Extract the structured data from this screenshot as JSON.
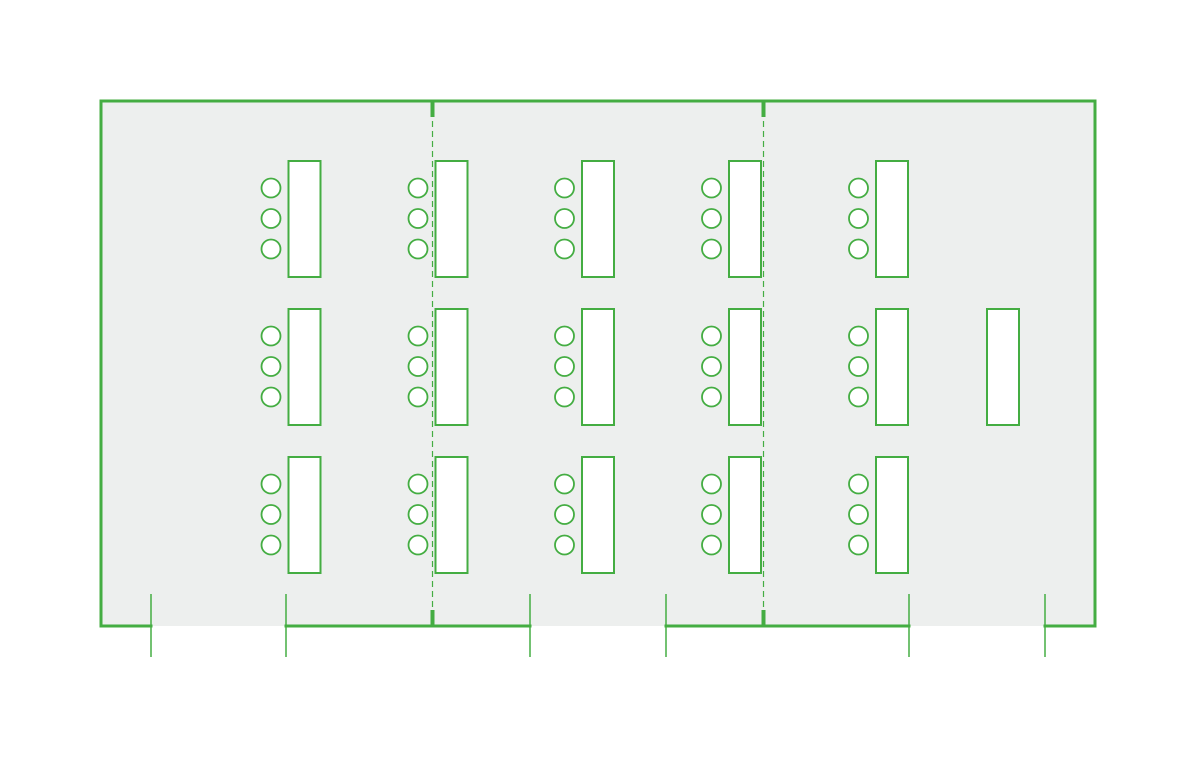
{
  "colors": {
    "line": "#44ad42",
    "floor": "#edefee",
    "table_fill": "#ffffff",
    "background": "#ffffff"
  },
  "layout": {
    "type": "classroom",
    "table_rows": 3,
    "table_columns": 5,
    "chairs_per_table": 3,
    "presenter_table": true,
    "room_partitions": 3
  }
}
